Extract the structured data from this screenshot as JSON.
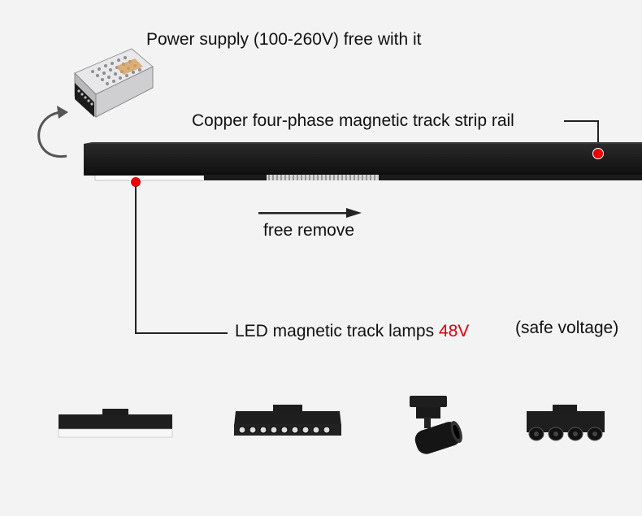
{
  "labels": {
    "power_supply": "Power supply (100-260V) free with it",
    "rail": "Copper four-phase magnetic track strip rail",
    "free_remove": "free remove",
    "led_lamps_prefix": "LED magnetic track lamps ",
    "led_voltage": "48V",
    "safe_voltage": "(safe voltage)"
  },
  "colors": {
    "accent_red": "#e00000",
    "rail_black": "#1b1b1b",
    "background": "#f3f3f3"
  },
  "icons": {
    "power_supply": "power-supply-unit-image",
    "rotate_arrow": "curved-arrow-icon",
    "direction_arrow": "right-arrow-icon",
    "lamps": [
      "linear-flood-lamp",
      "linear-grille-spot-lamp",
      "track-spotlight",
      "four-head-grille-lamp"
    ]
  }
}
